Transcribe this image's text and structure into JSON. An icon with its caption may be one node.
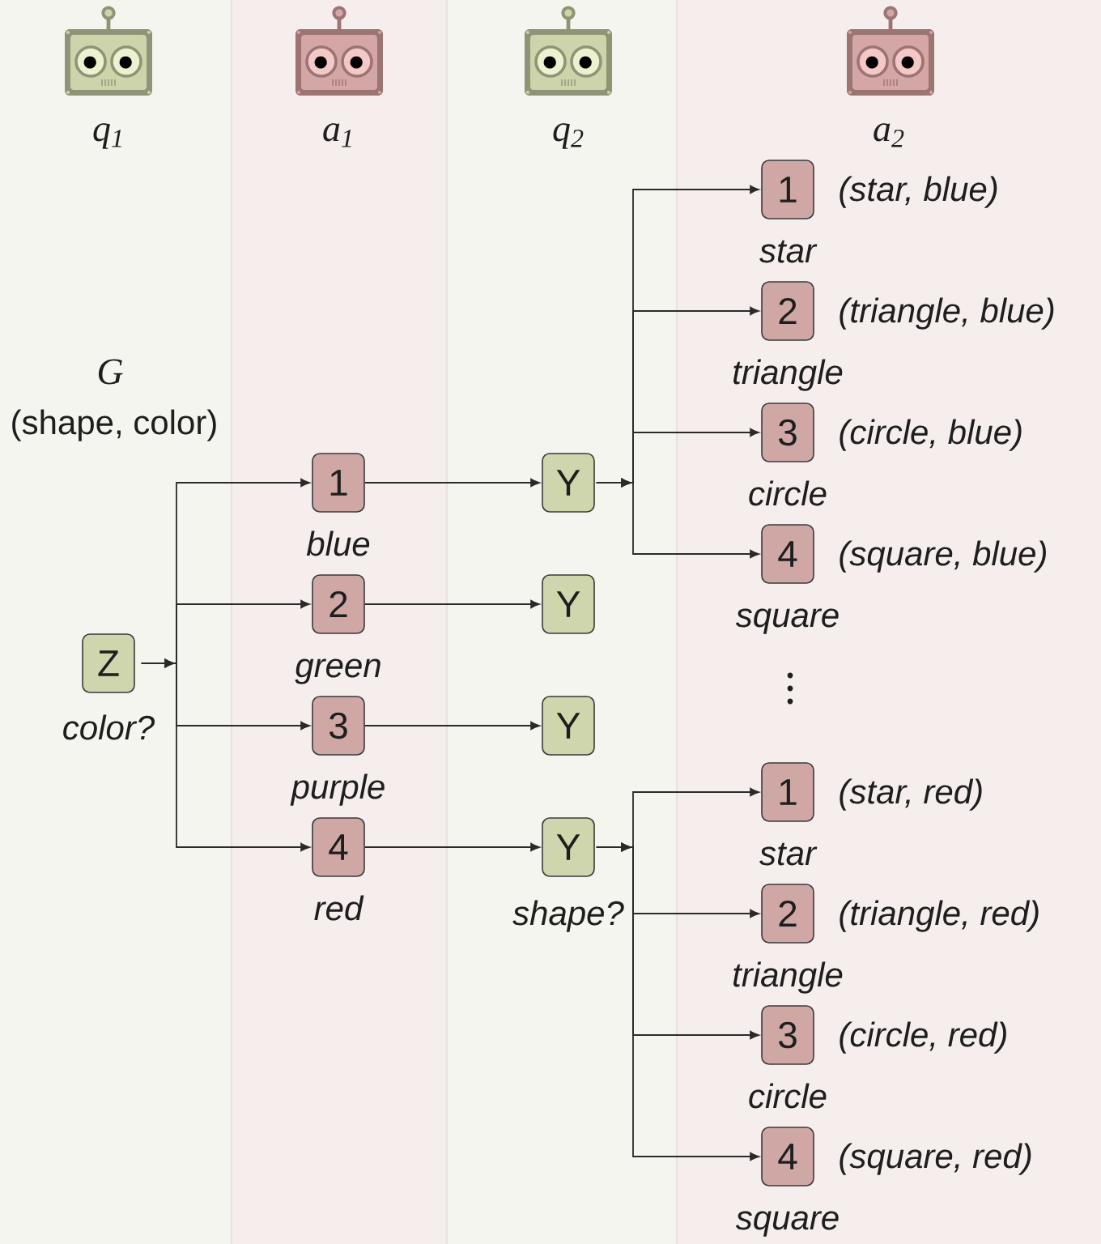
{
  "diagram": {
    "nodes": [
      {
        "text": [
          "Z"
        ],
        "beside": [
          "color?"
        ]
      },
      {
        "text": [
          "1"
        ],
        "beside": [
          "blue"
        ]
      },
      {
        "text": [
          "2"
        ],
        "beside": [
          "green"
        ]
      },
      {
        "text": [
          "3"
        ],
        "beside": [
          "purple"
        ]
      },
      {
        "text": [
          "4"
        ],
        "beside": [
          "red"
        ]
      },
      {
        "text": [
          "Y"
        ]
      },
      {
        "text": [
          "Y"
        ]
      },
      {
        "text": [
          "Y"
        ]
      },
      {
        "text": [
          "Y"
        ],
        "beside": [
          "shape?"
        ]
      },
      {
        "text": [
          "1"
        ],
        "beside": [
          "(star, blue)",
          "star"
        ]
      },
      {
        "text": [
          "2"
        ],
        "beside": [
          "(triangle, blue)",
          "triangle"
        ]
      },
      {
        "text": [
          "3"
        ],
        "beside": [
          "(circle, blue)",
          "circle"
        ]
      },
      {
        "text": [
          "4"
        ],
        "beside": [
          "(square, blue)",
          "square"
        ]
      },
      {
        "text": [
          "1"
        ],
        "beside": [
          "(star, red)",
          "star"
        ]
      },
      {
        "text": [
          "2"
        ],
        "beside": [
          "(triangle, red)",
          "triangle"
        ]
      },
      {
        "text": [
          "3"
        ],
        "beside": [
          "(circle, red)",
          "circle"
        ]
      },
      {
        "text": [
          "4"
        ],
        "beside": [
          "(square, red)",
          "square"
        ]
      }
    ],
    "edges": [
      {
        "from": 0,
        "to": 1,
        "arrow": "to"
      },
      {
        "from": 0,
        "to": 2,
        "arrow": "to"
      },
      {
        "from": 0,
        "to": 3,
        "arrow": "to"
      },
      {
        "from": 0,
        "to": 4,
        "arrow": "to"
      },
      {
        "from": 1,
        "to": 5,
        "arrow": "to"
      },
      {
        "from": 2,
        "to": 6,
        "arrow": "to"
      },
      {
        "from": 3,
        "to": 7,
        "arrow": "to"
      },
      {
        "from": 4,
        "to": 8,
        "arrow": "to"
      },
      {
        "from": 5,
        "to": 9,
        "arrow": "to"
      },
      {
        "from": 5,
        "to": 10,
        "arrow": "to"
      },
      {
        "from": 5,
        "to": 11,
        "arrow": "to"
      },
      {
        "from": 5,
        "to": 12,
        "arrow": "to"
      },
      {
        "from": 8,
        "to": 13,
        "arrow": "to"
      },
      {
        "from": 8,
        "to": 14,
        "arrow": "to"
      },
      {
        "from": 8,
        "to": 15,
        "arrow": "to"
      },
      {
        "from": 8,
        "to": 16,
        "arrow": "to"
      }
    ],
    "labels": [
      "q$_{1}$",
      "a$_{1}$",
      "q$_{2}$",
      "a$_{2}$",
      "G",
      "(shape, color)"
    ]
  }
}
